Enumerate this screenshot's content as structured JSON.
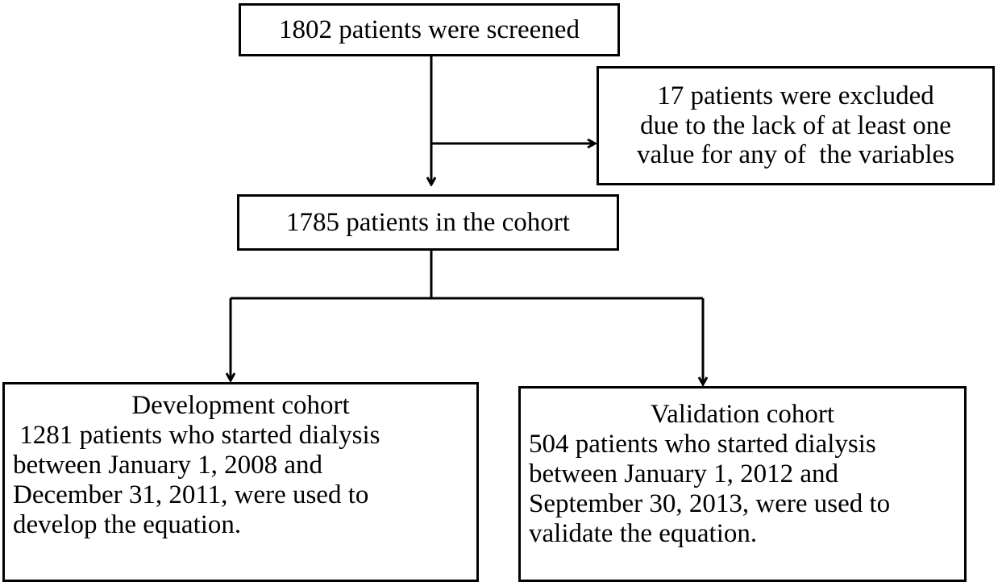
{
  "flowchart": {
    "screened": "1802 patients were screened",
    "excluded": {
      "lines": [
        "17 patients were excluded",
        "due to the lack of at least one",
        "value for any of  the variables"
      ]
    },
    "cohort": "1785 patients in the cohort",
    "development": {
      "title": "Development cohort",
      "lines": [
        " 1281 patients who started dialysis",
        "between January 1, 2008 and",
        "December 31, 2011, were used to",
        "develop the equation."
      ]
    },
    "validation": {
      "title": "Validation cohort",
      "lines": [
        "504 patients who started dialysis",
        "between January 1, 2012 and",
        "September 30, 2013, were used to",
        "validate the equation."
      ]
    }
  }
}
